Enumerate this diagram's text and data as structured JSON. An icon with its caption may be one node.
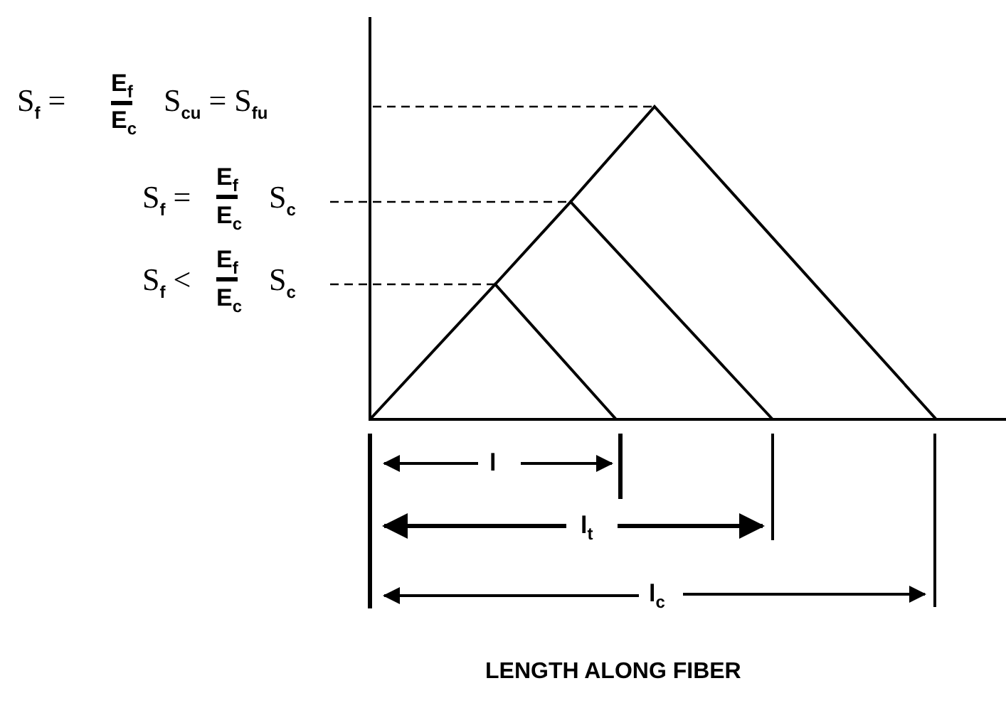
{
  "diagram": {
    "labels": [
      "S$_{f}$ =",
      "E$_{f}$",
      "E$_{c}$",
      "S$_{cu}$ = S$_{fu}$",
      "S$_{f}$ =",
      "E$_{f}$",
      "E$_{c}$",
      "S$_{c}$",
      "S$_{f}$ <",
      "E$_{f}$",
      "E$_{c}$",
      "S$_{c}$",
      "l",
      "l$_{t}$",
      "l$_{c}$",
      "LENGTH ALONG FIBER"
    ]
  }
}
